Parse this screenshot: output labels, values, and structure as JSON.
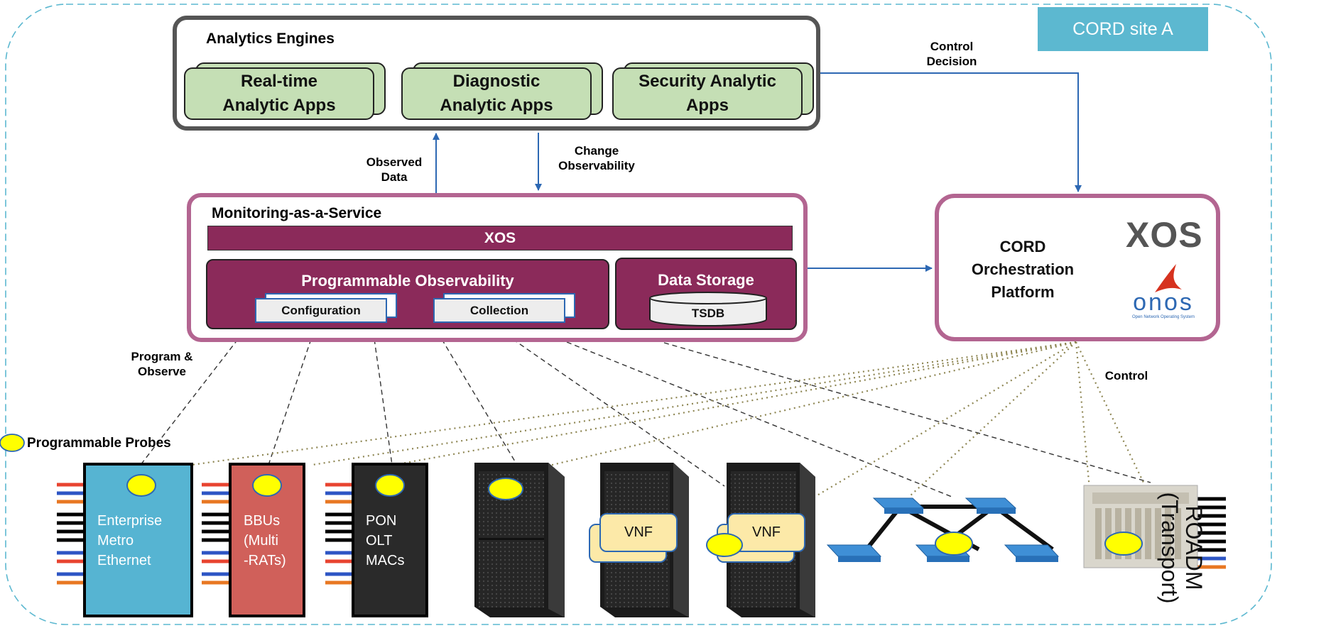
{
  "site_label": "CORD site A",
  "analytics": {
    "title": "Analytics Engines",
    "apps": [
      {
        "line1": "Real-time",
        "line2": "Analytic Apps"
      },
      {
        "line1": "Diagnostic",
        "line2": "Analytic Apps"
      },
      {
        "line1": "Security Analytic",
        "line2": "Apps"
      }
    ]
  },
  "edges": {
    "control_decision": [
      "Control",
      "Decision"
    ],
    "observed_data": [
      "Observed",
      "Data"
    ],
    "change_observability": [
      "Change",
      "Observability"
    ],
    "program_observe": [
      "Program &",
      "Observe"
    ],
    "control": "Control"
  },
  "maas": {
    "title": "Monitoring-as-a-Service",
    "xos_bar": "XOS",
    "prog_obs": {
      "title": "Programmable Observability",
      "configuration": "Configuration",
      "collection": "Collection"
    },
    "storage": {
      "title": "Data Storage",
      "db": "TSDB"
    }
  },
  "cord": {
    "lines": [
      "CORD",
      "Orchestration",
      "Platform"
    ],
    "xos_logo": "XOS",
    "onos_logo": "onos",
    "onos_tagline": "Open Network Operating System"
  },
  "probes_label": "Programmable Probes",
  "devices": {
    "enterprise": [
      "Enterprise",
      "Metro",
      "Ethernet"
    ],
    "bbus": [
      "BBUs",
      "(Multi",
      "-RATs)"
    ],
    "pon": [
      "PON",
      "OLT",
      "MACs"
    ],
    "vnf1": "VNF",
    "vnf2": "VNF",
    "roadm": [
      "ROADM",
      "(Transport)"
    ]
  },
  "colors": {
    "maas": "#8b2a5a",
    "maas_border": "#b36591",
    "apps_fill": "#c5dfb5",
    "site_label_bg": "#5cb8d0",
    "arrow": "#2d68b3",
    "enterprise": "#56b4d2",
    "bbus": "#d0605a",
    "pon": "#2a2a2a",
    "probe": "#ffff00",
    "onos": "#2d68b3"
  }
}
